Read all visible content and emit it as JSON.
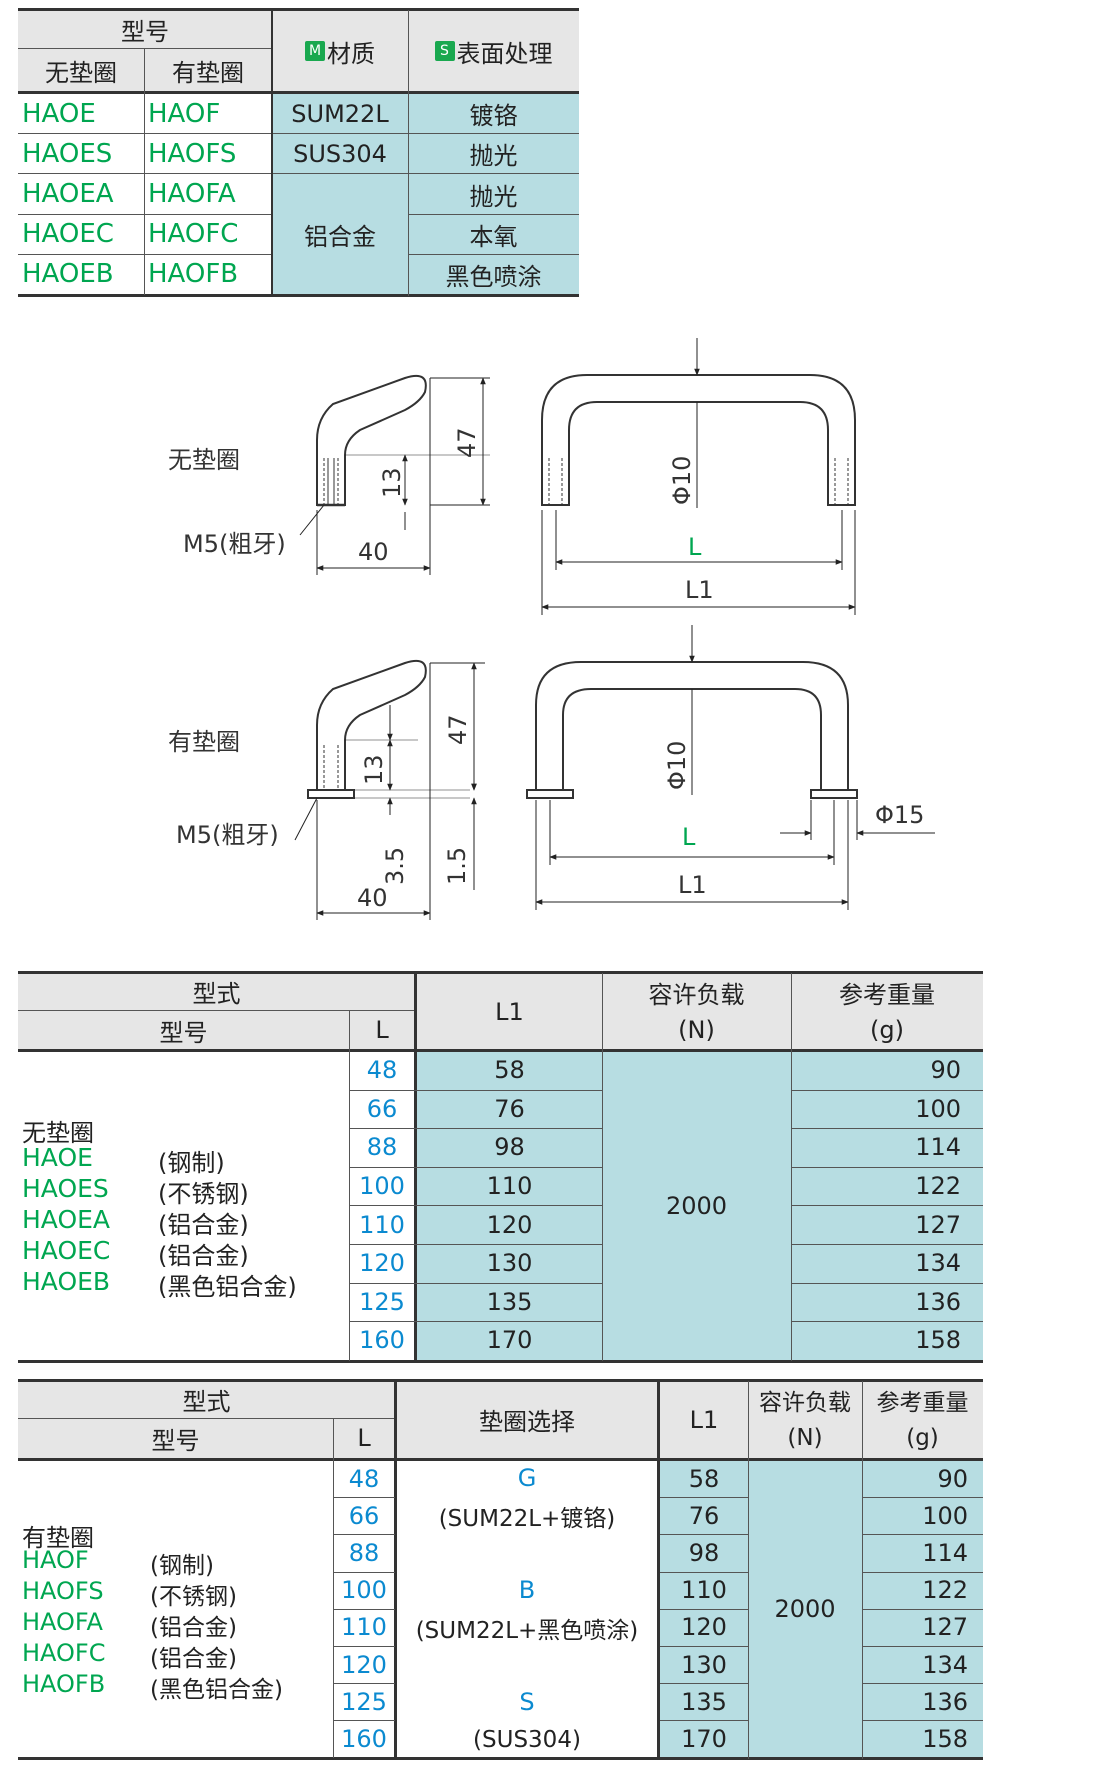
{
  "material_table": {
    "header": {
      "model": "型号",
      "no_washer": "无垫圈",
      "with_washer": "有垫圈",
      "material_badge": "M",
      "material": "材质",
      "surface_badge": "S",
      "surface": "表面处理"
    },
    "rows": [
      {
        "no": "HAOE",
        "with": "HAOF",
        "surface": "镀铬"
      },
      {
        "no": "HAOES",
        "with": "HAOFS",
        "surface": "抛光"
      },
      {
        "no": "HAOEA",
        "with": "HAOFA",
        "surface": "抛光"
      },
      {
        "no": "HAOEC",
        "with": "HAOFC",
        "surface": "本氧"
      },
      {
        "no": "HAOEB",
        "with": "HAOFB",
        "surface": "黑色喷涂"
      }
    ],
    "materials": [
      "SUM22L",
      "SUS304",
      "铝合金"
    ]
  },
  "drawing": {
    "label_no_washer": "无垫圈",
    "label_with_washer": "有垫圈",
    "thread": "M5(粗牙)",
    "dim_40": "40",
    "dim_47": "47",
    "dim_13": "13",
    "dim_3_5": "3.5",
    "dim_1_5": "1.5",
    "dia_10": "Φ10",
    "dia_15": "Φ15",
    "L": "L",
    "L1": "L1"
  },
  "spec_table_1": {
    "header": {
      "type": "型式",
      "model": "型号",
      "L": "L",
      "L1": "L1",
      "load": "容许负载",
      "load_unit": "(N)",
      "weight": "参考重量",
      "weight_unit": "(g)"
    },
    "group_label": "无垫圈",
    "models": [
      {
        "code": "HAOE",
        "mat": "(钢制)"
      },
      {
        "code": "HAOES",
        "mat": "(不锈钢)"
      },
      {
        "code": "HAOEA",
        "mat": "(铝合金)"
      },
      {
        "code": "HAOEC",
        "mat": "(铝合金)"
      },
      {
        "code": "HAOEB",
        "mat": "(黑色铝合金)"
      }
    ],
    "rows": [
      {
        "L": "48",
        "L1": "58",
        "w": "90"
      },
      {
        "L": "66",
        "L1": "76",
        "w": "100"
      },
      {
        "L": "88",
        "L1": "98",
        "w": "114"
      },
      {
        "L": "100",
        "L1": "110",
        "w": "122"
      },
      {
        "L": "110",
        "L1": "120",
        "w": "127"
      },
      {
        "L": "120",
        "L1": "130",
        "w": "134"
      },
      {
        "L": "125",
        "L1": "135",
        "w": "136"
      },
      {
        "L": "160",
        "L1": "170",
        "w": "158"
      }
    ],
    "load": "2000"
  },
  "spec_table_2": {
    "header": {
      "type": "型式",
      "model": "型号",
      "L": "L",
      "washer": "垫圈选择",
      "L1": "L1",
      "load": "容许负载",
      "load_unit": "(N)",
      "weight": "参考重量",
      "weight_unit": "(g)"
    },
    "group_label": "有垫圈",
    "models": [
      {
        "code": "HAOF",
        "mat": "(钢制)"
      },
      {
        "code": "HAOFS",
        "mat": "(不锈钢)"
      },
      {
        "code": "HAOFA",
        "mat": "(铝合金)"
      },
      {
        "code": "HAOFC",
        "mat": "(铝合金)"
      },
      {
        "code": "HAOFB",
        "mat": "(黑色铝合金)"
      }
    ],
    "washers": [
      {
        "code": "G",
        "desc": "(SUM22L+镀铬)"
      },
      {
        "code": "B",
        "desc": "(SUM22L+黑色喷涂)"
      },
      {
        "code": "S",
        "desc": "(SUS304)"
      }
    ],
    "rows": [
      {
        "L": "48",
        "L1": "58",
        "w": "90"
      },
      {
        "L": "66",
        "L1": "76",
        "w": "100"
      },
      {
        "L": "88",
        "L1": "98",
        "w": "114"
      },
      {
        "L": "100",
        "L1": "110",
        "w": "122"
      },
      {
        "L": "110",
        "L1": "120",
        "w": "127"
      },
      {
        "L": "120",
        "L1": "130",
        "w": "134"
      },
      {
        "L": "125",
        "L1": "135",
        "w": "136"
      },
      {
        "L": "160",
        "L1": "170",
        "w": "158"
      }
    ],
    "load": "2000"
  }
}
